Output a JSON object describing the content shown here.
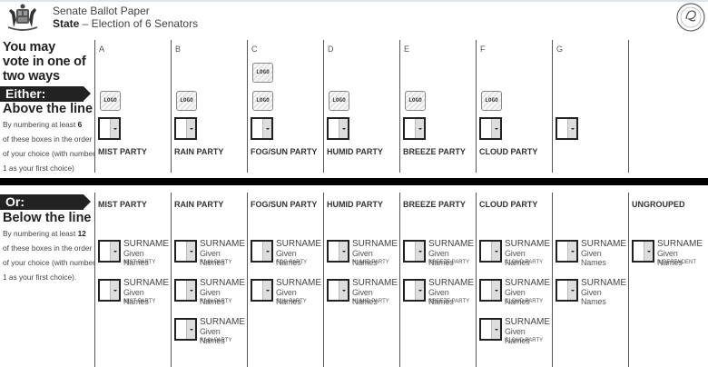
{
  "header": {
    "title": "Senate Ballot Paper",
    "state_label": "State",
    "subtitle": " – Election of 6 Senators",
    "crest_icon": "coat-of-arms-icon",
    "seal_icon": "electoral-seal-icon"
  },
  "intro": {
    "heading_line1": "You may",
    "heading_line2": "vote in one of",
    "heading_line3": "two ways",
    "either_tag": "Either:",
    "above_heading": "Above the line",
    "above_instr_pre": "By numbering at least ",
    "above_instr_num": "6",
    "above_instr_l2": "of these boxes in the order",
    "above_instr_l3": "of your choice (with number",
    "above_instr_l4": "1 as your first choice)",
    "or_tag": "Or:",
    "below_heading": "Below the line",
    "below_instr_pre": "By numbering at least ",
    "below_instr_num": "12",
    "below_instr_l2": "of these boxes in the order",
    "below_instr_l3": "of your choice (with number",
    "below_instr_l4": "1 as your first choice)."
  },
  "logo_label": "LOGO",
  "above_the_line": {
    "groups": [
      {
        "letter": "A",
        "party": "MIST PARTY",
        "logos": 1
      },
      {
        "letter": "B",
        "party": "RAIN PARTY",
        "logos": 1
      },
      {
        "letter": "C",
        "party": "FOG/SUN PARTY",
        "logos": 2
      },
      {
        "letter": "D",
        "party": "HUMID PARTY",
        "logos": 1
      },
      {
        "letter": "E",
        "party": "BREEZE PARTY",
        "logos": 1
      },
      {
        "letter": "F",
        "party": "CLOUD PARTY",
        "logos": 1
      },
      {
        "letter": "G",
        "party": "",
        "logos": 0
      }
    ]
  },
  "below_the_line": {
    "columns": [
      {
        "header": "MIST PARTY",
        "candidates": [
          {
            "surname": "SURNAME",
            "given": "Given Names",
            "party": "MIST PARTY"
          },
          {
            "surname": "SURNAME",
            "given": "Given Names",
            "party": "MIST PARTY"
          }
        ]
      },
      {
        "header": "RAIN PARTY",
        "candidates": [
          {
            "surname": "SURNAME",
            "given": "Given Names",
            "party": "RAIN PARTY"
          },
          {
            "surname": "SURNAME",
            "given": "Given Names",
            "party": "RAIN PARTY"
          },
          {
            "surname": "SURNAME",
            "given": "Given Names",
            "party": "RAIN PARTY"
          }
        ]
      },
      {
        "header": "FOG/SUN PARTY",
        "candidates": [
          {
            "surname": "SURNAME",
            "given": "Given Names",
            "party": "FOG PARTY"
          },
          {
            "surname": "SURNAME",
            "given": "Given Names",
            "party": "SUN PARTY"
          }
        ]
      },
      {
        "header": "HUMID PARTY",
        "candidates": [
          {
            "surname": "SURNAME",
            "given": "Given Names",
            "party": "HUMID PARTY"
          },
          {
            "surname": "SURNAME",
            "given": "Given Names",
            "party": "HUMID PARTY"
          }
        ]
      },
      {
        "header": "BREEZE PARTY",
        "candidates": [
          {
            "surname": "SURNAME",
            "given": "Given Names",
            "party": "BREEZE PARTY"
          },
          {
            "surname": "SURNAME",
            "given": "Given Names",
            "party": "BREEZE PARTY"
          }
        ]
      },
      {
        "header": "CLOUD PARTY",
        "candidates": [
          {
            "surname": "SURNAME",
            "given": "Given Names",
            "party": "CLOUD PARTY"
          },
          {
            "surname": "SURNAME",
            "given": "Given Names",
            "party": "CLOUD PARTY"
          },
          {
            "surname": "SURNAME",
            "given": "Given Names",
            "party": "CLOUD PARTY"
          }
        ]
      },
      {
        "header": "",
        "candidates": [
          {
            "surname": "SURNAME",
            "given": "Given Names",
            "party": ""
          },
          {
            "surname": "SURNAME",
            "given": "Given Names",
            "party": ""
          }
        ]
      },
      {
        "header": "UNGROUPED",
        "candidates": [
          {
            "surname": "SURNAME",
            "given": "Given Names",
            "party": "INDEPENDENT"
          }
        ]
      }
    ]
  }
}
